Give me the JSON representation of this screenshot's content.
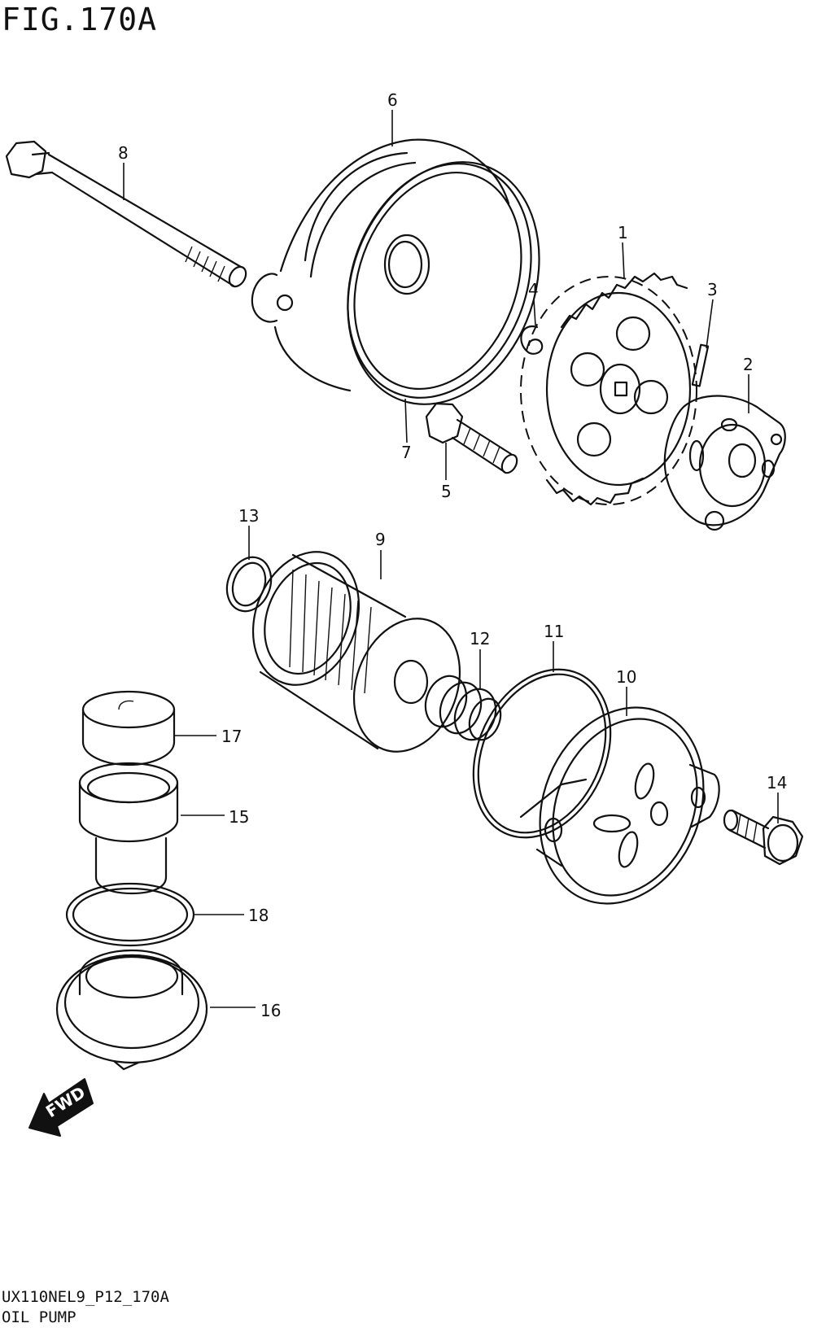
{
  "figure": {
    "title": "FIG.170A",
    "code": "UX110NEL9_P12_170A",
    "name": "OIL PUMP"
  },
  "direction_badge": {
    "label": "FWD"
  },
  "callouts": {
    "c1": "1",
    "c2": "2",
    "c3": "3",
    "c4": "4",
    "c5": "5",
    "c6": "6",
    "c7": "7",
    "c8": "8",
    "c9": "9",
    "c10": "10",
    "c11": "11",
    "c12": "12",
    "c13": "13",
    "c14": "14",
    "c15": "15",
    "c16": "16",
    "c17": "17",
    "c18": "18"
  }
}
